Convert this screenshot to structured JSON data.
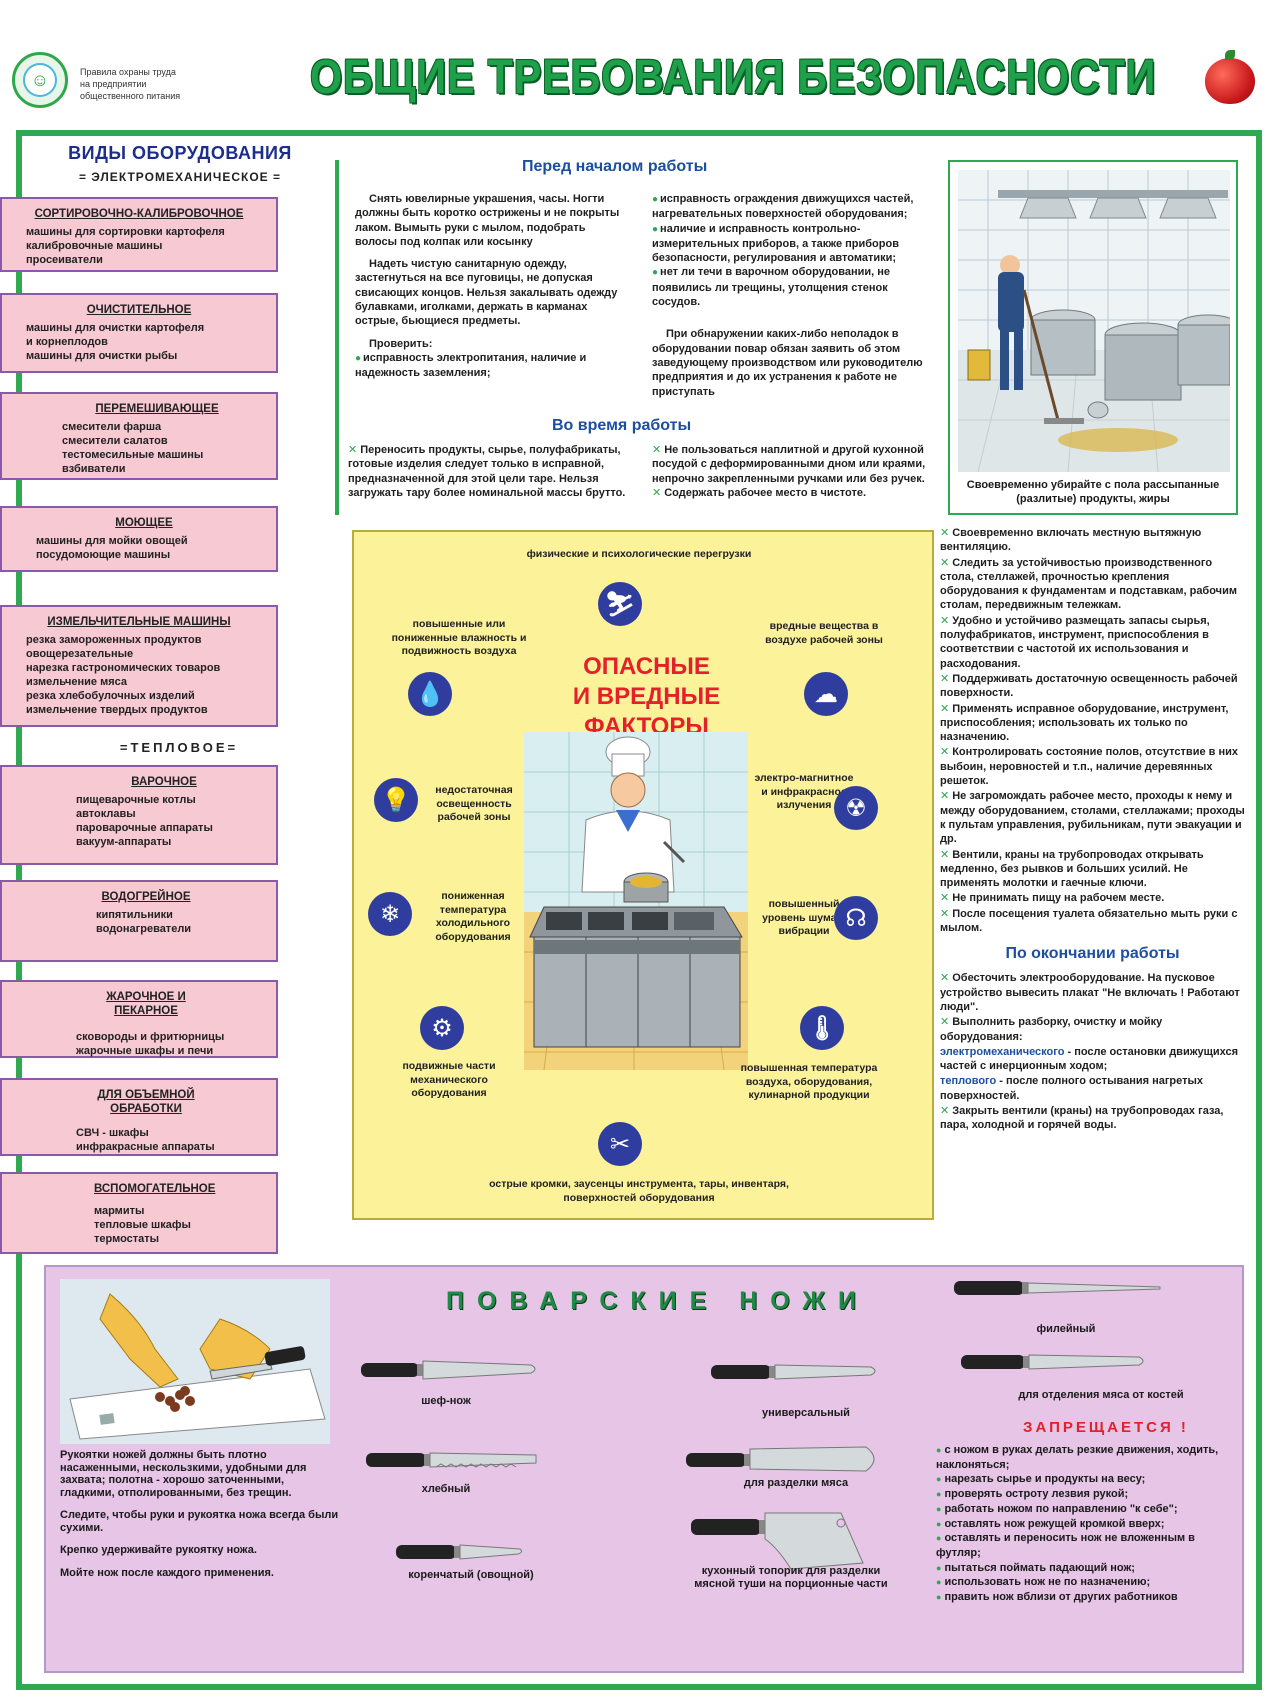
{
  "header": {
    "subtitle": [
      "Правила охраны труда",
      "на предприятии",
      "общественного питания"
    ],
    "title": "ОБЩИЕ ТРЕБОВАНИЯ БЕЗОПАСНОСТИ"
  },
  "equipment": {
    "title": "ВИДЫ ОБОРУДОВАНИЯ",
    "electro_label": "= ЭЛЕКТРОМЕХАНИЧЕСКОЕ =",
    "thermal_label": "=ТЕПЛОВОЕ=",
    "groups": [
      {
        "heading": "СОРТИРОВОЧНО-КАЛИБРОВОЧНОЕ",
        "items": [
          "машины для сортировки картофеля",
          "калибровочные машины",
          "просеиватели"
        ]
      },
      {
        "heading": "ОЧИСТИТЕЛЬНОЕ",
        "items": [
          "машины для очистки картофеля",
          "и корнеплодов",
          "машины для очистки рыбы"
        ]
      },
      {
        "heading": "ПЕРЕМЕШИВАЮЩЕЕ",
        "items": [
          "смесители фарша",
          "смесители салатов",
          "тестомесильные машины",
          "взбиватели"
        ]
      },
      {
        "heading": "МОЮЩЕЕ",
        "items": [
          "машины для мойки овощей",
          "посудомоющие машины"
        ]
      },
      {
        "heading": "ИЗМЕЛЬЧИТЕЛЬНЫЕ МАШИНЫ",
        "items": [
          "резка замороженных продуктов",
          "овощерезательные",
          "нарезка гастрономических товаров",
          "измельчение мяса",
          "резка хлебобулочных изделий",
          "измельчение твердых продуктов"
        ]
      },
      {
        "heading": "ВАРОЧНОЕ",
        "items": [
          "пищеварочные котлы",
          "автоклавы",
          "пароварочные аппараты",
          "вакуум-аппараты"
        ]
      },
      {
        "heading": "ВОДОГРЕЙНОЕ",
        "items": [
          "кипятильники",
          "водонагреватели"
        ]
      },
      {
        "heading": "ЖАРОЧНОЕ И ПЕКАРНОЕ",
        "items": [
          "сковороды и фритюрницы",
          "жарочные шкафы и печи"
        ]
      },
      {
        "heading": "ДЛЯ ОБЪЕМНОЙ ОБРАБОТКИ",
        "items": [
          "СВЧ - шкафы",
          "инфракрасные аппараты"
        ]
      },
      {
        "heading": "ВСПОМОГАТЕЛЬНОЕ",
        "items": [
          "мармиты",
          "тепловые шкафы",
          "термостаты"
        ]
      }
    ]
  },
  "before_work": {
    "title": "Перед началом работы",
    "col1": [
      "Снять ювелирные украшения, часы. Ногти должны быть коротко острижены и не покрыты лаком. Вымыть руки с мылом, подобрать волосы под колпак или косынку",
      "Надеть чистую санитарную одежду, застегнуться на все пуговицы, не допуская свисающих концов. Нельзя закалывать одежду булавками, иголками, держать в карманах острые, бьющиеся предметы."
    ],
    "check_label": "Проверить:",
    "check_items": [
      "исправность электропитания, наличие и надежность заземления;",
      "исправность ограждения движущихся частей, нагревательных поверхностей оборудования;",
      "наличие и исправность контрольно-измерительных приборов, а также приборов безопасности, регулирования и автоматики;",
      "нет ли течи в варочном оборудовании, не появились ли трещины, утолщения стенок сосудов."
    ],
    "defects_note": "При обнаружении каких-либо неполадок в оборудовании повар обязан заявить об этом заведующему производством или руководителю предприятия и до их устранения к работе не приступать"
  },
  "during_work": {
    "title": "Во время работы",
    "col1": "Переносить продукты, сырье, полуфабрикаты, готовые изделия следует только в исправной, предназначенной для этой цели таре. Нельзя загружать тару более номинальной массы брутто.",
    "col2": [
      "Не пользоваться наплитной и другой кухонной посудой с деформированными дном или краями, непрочно закрепленными ручками или без ручек.",
      "Содержать рабочее место в чистоте."
    ]
  },
  "kitchen_caption": "Своевременно убирайте с пола рассыпанные (разлитые) продукты, жиры",
  "hazards": {
    "title_line1": "ОПАСНЫЕ",
    "title_line2": "И ВРЕДНЫЕ ФАКТОРЫ",
    "top": "физические и психологические перегрузки",
    "humidity": "повышенные или пониженные влажность и подвижность воздуха",
    "harmful": "вредные вещества в воздухе рабочей зоны",
    "light": "недостаточная освещенность рабочей зоны",
    "emr": "электро-магнитное и инфракрасное излучения",
    "cold": "пониженная температура холодильного оборудования",
    "noise": "повышенный уровень шума и вибрации",
    "moving": "подвижные части механического оборудования",
    "heat": "повышенная температура воздуха, оборудования, кулинарной продукции",
    "sharp": "острые кромки, заусенцы инструмента, тары, инвентаря, поверхностей оборудования"
  },
  "rules": [
    "Своевременно включать местную вытяжную вентиляцию.",
    "Следить за устойчивостью производственного стола, стеллажей, прочностью крепления оборудования к фундаментам и подставкам, рабочим столам, передвижным тележкам.",
    "Удобно и устойчиво размещать запасы сырья, полуфабрикатов, инструмент, приспособления в соответствии с частотой их использования и расходования.",
    "Поддерживать достаточную освещенность рабочей поверхности.",
    "Применять исправное оборудование, инструмент, приспособления; использовать их только по назначению.",
    "Контролировать состояние полов, отсутствие в них выбоин, неровностей и т.п., наличие деревянных решеток.",
    "Не загромождать рабочее место, проходы к нему и между оборудованием, столами, стеллажами; проходы к пультам управления, рубильникам, пути эвакуации и др.",
    "Вентили, краны на трубопроводах открывать медленно, без рывков и больших усилий. Не применять молотки и гаечные ключи.",
    "Не принимать пищу на рабочем месте.",
    "После посещения туалета обязательно мыть руки с мылом."
  ],
  "after_work": {
    "title": "По окончании работы",
    "item1": "Обесточить электрооборудование. На пусковое устройство вывесить плакат \"Не включать ! Работают люди\".",
    "item2_lead": "Выполнить разборку, очистку и мойку оборудования:",
    "item2_a_kw": "электромеханического",
    "item2_a_rest": " - после остановки движущихся частей с инерционным ходом;",
    "item2_b_kw": "теплового",
    "item2_b_rest": " - после полного остывания нагретых поверхностей.",
    "item3": "Закрыть вентили (краны) на трубопроводах газа, пара, холодной и горячей воды."
  },
  "knives": {
    "title": "ПОВАРСКИЕ НОЖИ",
    "labels": {
      "chef": "шеф-нож",
      "bread": "хлебный",
      "paring": "коренчатый (овощной)",
      "universal": "универсальный",
      "butcher": "для разделки мяса",
      "cleaver": "кухонный топорик для разделки мясной туши на порционные части",
      "fillet": "филейный",
      "boning": "для отделения мяса от костей"
    },
    "advice": [
      "Рукоятки ножей должны быть плотно насаженными, нескользкими, удобными для захвата; полотна - хорошо заточенными, гладкими, отполированными, без трещин.",
      "Следите, чтобы руки и рукоятка ножа всегда были сухими.",
      "Крепко удерживайте рукоятку ножа.",
      "Мойте нож после каждого применения."
    ],
    "forbidden_title": "ЗАПРЕЩАЕТСЯ !",
    "forbidden": [
      "с ножом в руках делать резкие движения, ходить, наклоняться;",
      "нарезать сырье и продукты на весу;",
      "проверять остроту лезвия рукой;",
      "работать ножом по направлению \"к себе\";",
      "оставлять нож режущей кромкой вверх;",
      "оставлять и переносить нож не вложенным в футляр;",
      "пытаться поймать падающий нож;",
      "использовать нож не по назначению;",
      "править нож вблизи от других работников"
    ]
  }
}
